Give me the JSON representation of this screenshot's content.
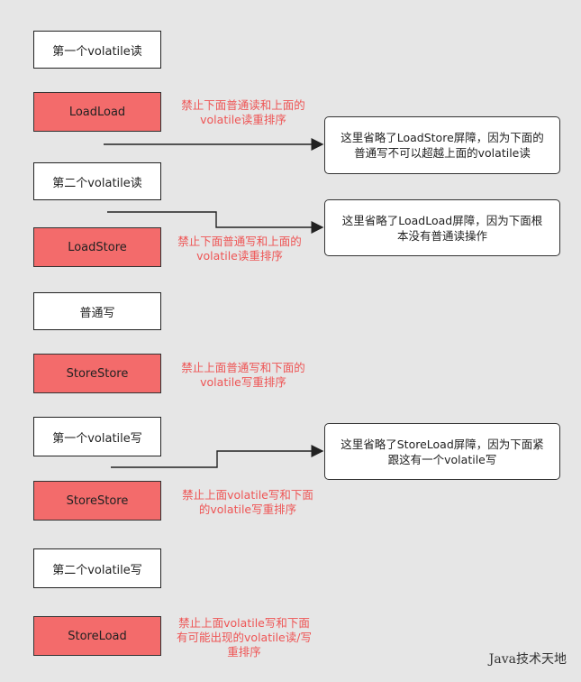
{
  "left_column": {
    "read1": "第一个volatile读",
    "loadload": "LoadLoad",
    "read2": "第二个volatile读",
    "loadstore": "LoadStore",
    "normal_write": "普通写",
    "storestore1": "StoreStore",
    "write1": "第一个volatile写",
    "storestore2": "StoreStore",
    "write2": "第二个volatile写",
    "storeload": "StoreLoad"
  },
  "red_labels": {
    "loadload": [
      "禁止下面普通读和上面的",
      "volatile读重排序"
    ],
    "loadstore": [
      "禁止下面普通写和上面的",
      "volatile读重排序"
    ],
    "storestore1": [
      "禁止上面普通写和下面的",
      "volatile写重排序"
    ],
    "storestore2": [
      "禁止上面volatile写和下面",
      "的volatile写重排序"
    ],
    "storeload": [
      "禁止上面volatile写和下面",
      "有可能出现的volatile读/写",
      "重排序"
    ]
  },
  "notes": {
    "note1": [
      "这里省略了LoadStore屏障，因为下面的",
      "普通写不可以超越上面的volatile读"
    ],
    "note2": [
      "这里省略了LoadLoad屏障，因为下面根",
      "本没有普通读操作"
    ],
    "note3": [
      "这里省略了StoreLoad屏障，因为下面紧",
      "跟这有一个volatile写"
    ]
  },
  "watermark": "Java技术天地",
  "colors": {
    "barrier_fill": "#f36b6b",
    "label_red": "#ee5555",
    "background": "#e6e6e6"
  }
}
